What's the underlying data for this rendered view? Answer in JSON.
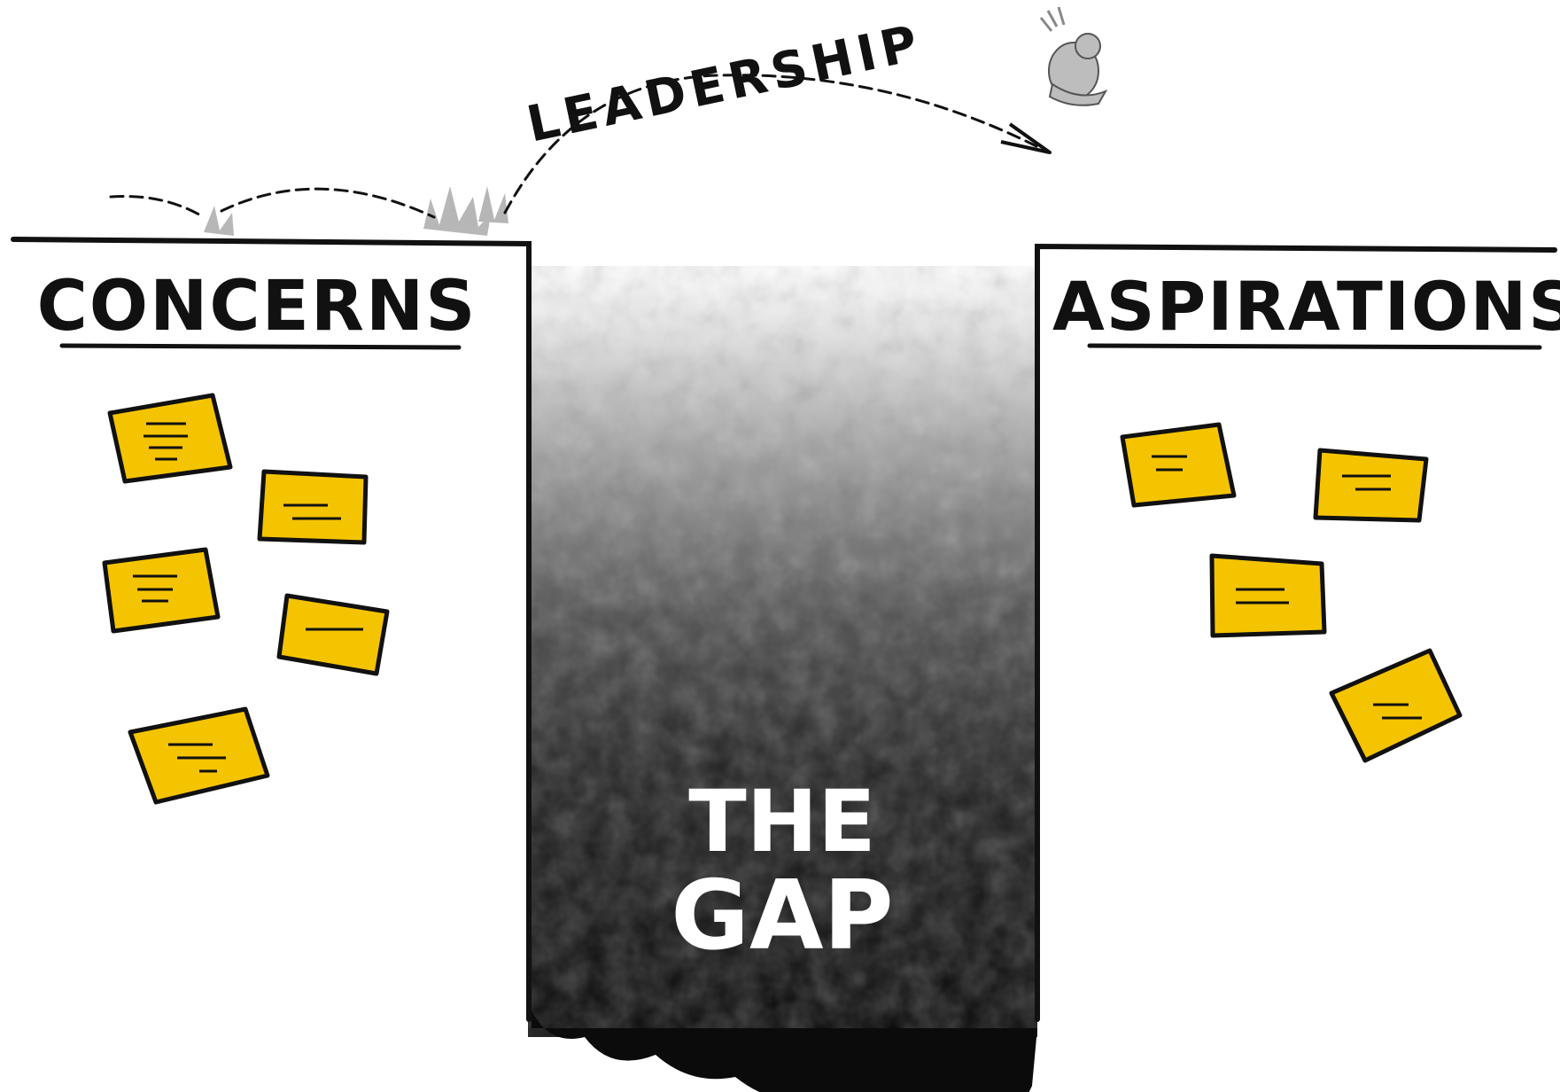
{
  "labels": {
    "leadership": "LEADERSHIP",
    "concerns": "CONCERNS",
    "aspirations": "ASPIRATIONS",
    "gap_line1": "THE",
    "gap_line2": "GAP"
  },
  "colors": {
    "ink": "#111111",
    "sticky_note": "#f5c400",
    "pit_top": "#ffffff",
    "pit_bottom": "#0b0b0b",
    "dust": "#9a9a9a",
    "figure": "#b8b8b8"
  },
  "sticky_notes": {
    "concerns_count": 5,
    "aspirations_count": 4
  },
  "icons": {
    "leader_figure": "person-leaping-icon",
    "jump_arc": "dashed-arrow-icon",
    "dust_puffs": "dust-puff-icon"
  }
}
